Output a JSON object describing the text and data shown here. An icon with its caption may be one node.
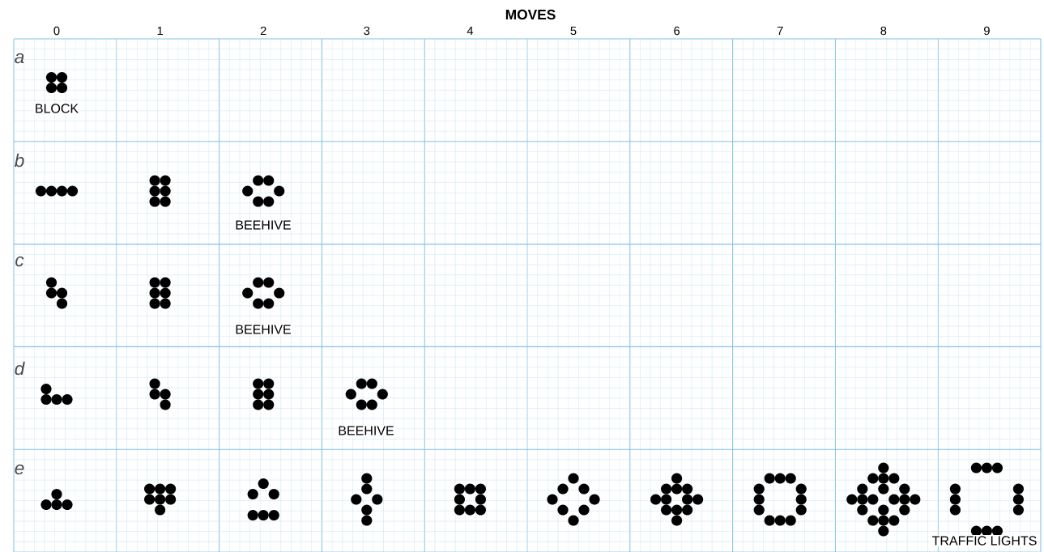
{
  "diagram": {
    "title": "MOVES",
    "labels": [
      "0",
      "1",
      "2",
      "3",
      "4",
      "5",
      "6",
      "7",
      "8",
      "9",
      "a",
      "BLOCK",
      "b",
      "BEEHIVE",
      "c",
      "BEEHIVE",
      "d",
      "BEEHIVE",
      "e",
      "TRAFFIC LIGHTS"
    ]
  }
}
